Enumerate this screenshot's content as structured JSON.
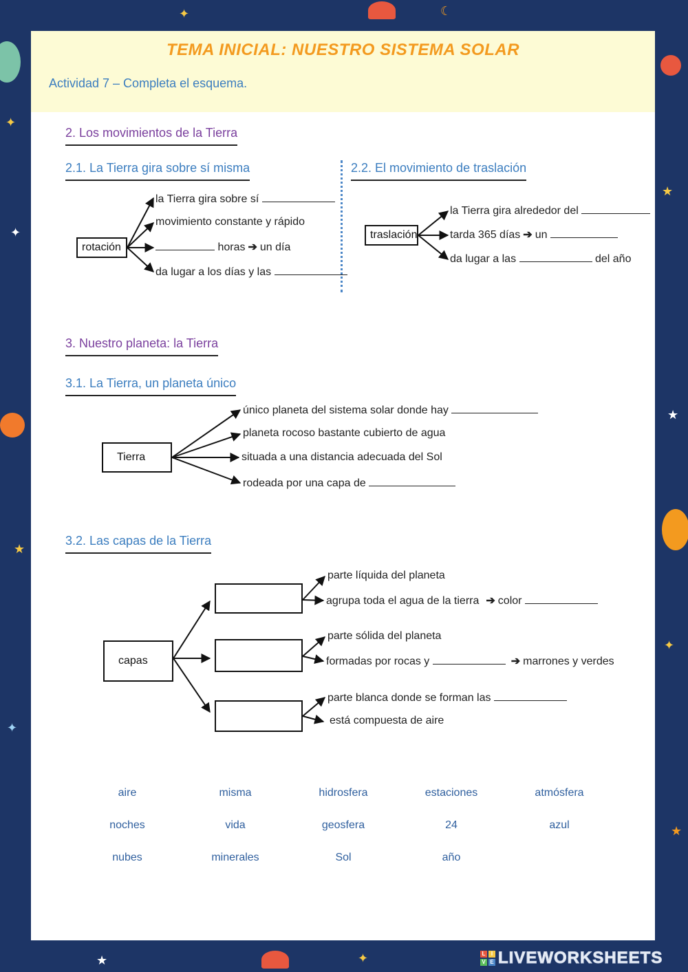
{
  "title": "TEMA INICIAL: NUESTRO SISTEMA SOLAR",
  "activity": "Actividad 7 – Completa el esquema.",
  "section2": {
    "heading": "2. Los movimientos de la Tierra",
    "sub1": {
      "heading": "2.1. La Tierra gira sobre sí misma",
      "box": "rotación",
      "lines": [
        {
          "before": "la Tierra gira sobre sí",
          "after": ""
        },
        {
          "before": "movimiento constante y rápido",
          "after": ""
        },
        {
          "before": "",
          "after": "horas",
          "arrow": "➔",
          "tail": "un día"
        },
        {
          "before": "da lugar a los días y las",
          "after": ""
        }
      ]
    },
    "sub2": {
      "heading": "2.2. El movimiento de traslación",
      "box": "traslación",
      "lines": [
        {
          "before": "la Tierra gira alrededor del"
        },
        {
          "before": "tarda 365 días",
          "arrow": "➔",
          "tail": "un"
        },
        {
          "before": "da lugar a las",
          "after": "del año"
        }
      ]
    }
  },
  "section3": {
    "heading": "3. Nuestro planeta: la Tierra",
    "sub1": {
      "heading": "3.1. La Tierra, un planeta único",
      "box": "Tierra",
      "lines": [
        "único planeta del sistema solar donde hay",
        "planeta rocoso bastante cubierto de agua",
        "situada a una distancia adecuada del Sol",
        "rodeada por una capa de"
      ]
    },
    "sub2": {
      "heading": "3.2. Las capas de la Tierra",
      "box": "capas",
      "layers": [
        {
          "lines": [
            "parte líquida del planeta",
            "agrupa toda el agua de la tierra"
          ],
          "arrow": "➔",
          "tail": "color"
        },
        {
          "lines": [
            "parte sólida del planeta",
            "formadas por rocas y"
          ],
          "arrow": "➔",
          "tail": "marrones y verdes"
        },
        {
          "lines": [
            "parte blanca donde se forman las",
            "está compuesta de aire"
          ]
        }
      ]
    }
  },
  "word_bank": [
    "aire",
    "misma",
    "hidrosfera",
    "estaciones",
    "atmósfera",
    "noches",
    "vida",
    "geosfera",
    "24",
    "azul",
    "nubes",
    "minerales",
    "Sol",
    "año"
  ],
  "logo": {
    "mark": [
      "L",
      "I",
      "V",
      "E"
    ],
    "text": "LIVEWORKSHEETS"
  },
  "colors": {
    "title": "#f39a1f",
    "activity": "#3b7dbf",
    "h2": "#7a3f9d",
    "h3": "#3b7dbf",
    "word": "#2f5f9e",
    "background": "#1d3566"
  }
}
